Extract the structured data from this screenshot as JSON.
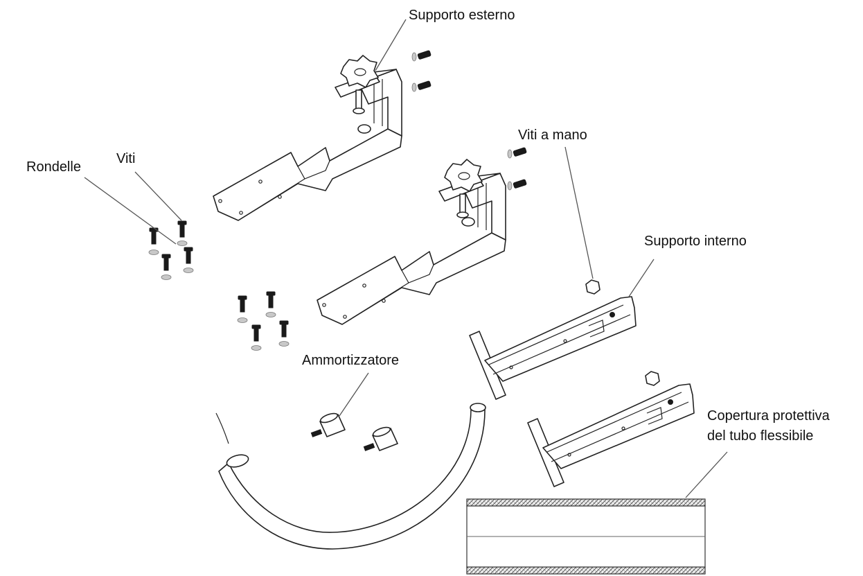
{
  "labels": {
    "supporto_esterno": "Supporto esterno",
    "viti": "Viti",
    "rondelle": "Rondelle",
    "viti_a_mano": "Viti a mano",
    "supporto_interno": "Supporto interno",
    "ammortizzatore": "Ammortizzatore",
    "copertura_line1": "Copertura protettiva",
    "copertura_line2": "del tubo flessibile"
  }
}
